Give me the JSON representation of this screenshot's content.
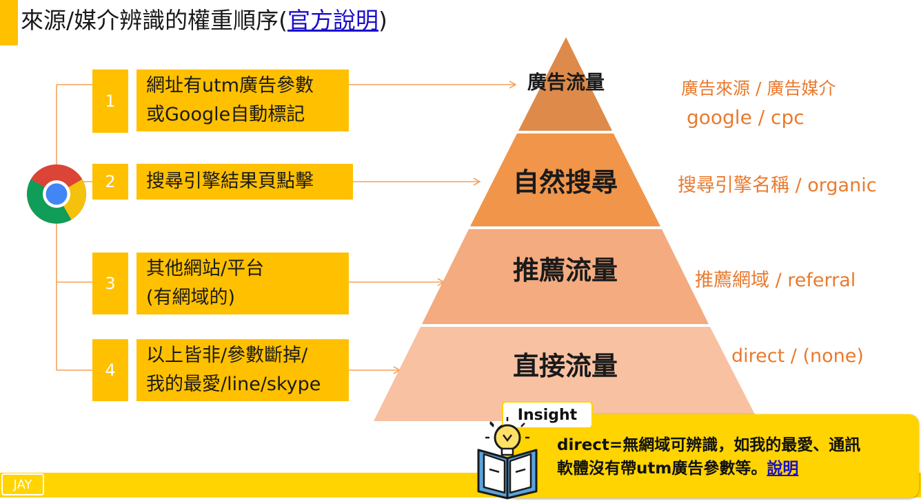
{
  "title": {
    "text": "來源/媒介辨識的權重順序(",
    "link": "官方說明",
    "close": ")"
  },
  "items": [
    {
      "num": "1",
      "line1": "網址有utm廣告參數",
      "line2": "或Google自動標記"
    },
    {
      "num": "2",
      "line1": "搜尋引擎結果頁點擊",
      "line2": ""
    },
    {
      "num": "3",
      "line1": "其他網站/平台",
      "line2": "(有網域的)"
    },
    {
      "num": "4",
      "line1": "以上皆非/參數斷掉/",
      "line2": "我的最愛/line/skype"
    }
  ],
  "pyramid": {
    "tiers": [
      "廣告流量",
      "自然搜尋",
      "推薦流量",
      "直接流量"
    ],
    "colors": [
      "#DE8A4A",
      "#F0954A",
      "#F4AB80",
      "#F8C1A2"
    ]
  },
  "right_labels": {
    "ad_line1": "廣告來源 / 廣告媒介",
    "ad_line2": "google / cpc",
    "organic": "搜尋引擎名稱 / organic",
    "referral": "推薦網域 / referral",
    "direct": "direct / (none)"
  },
  "footer": {
    "badge": "JAY"
  },
  "insight": {
    "tab": "Insight",
    "line1": "direct=無網域可辨識，如我的最愛、通訊",
    "line2": "軟體沒有帶utm廣告參數等。",
    "link": "說明"
  },
  "colors": {
    "accent": "#FFC000",
    "footer": "#FFD400",
    "arrow": "#F5A15A",
    "link": "#1a0dcc"
  },
  "icons": [
    "chrome-icon",
    "book-bulb-icon"
  ]
}
